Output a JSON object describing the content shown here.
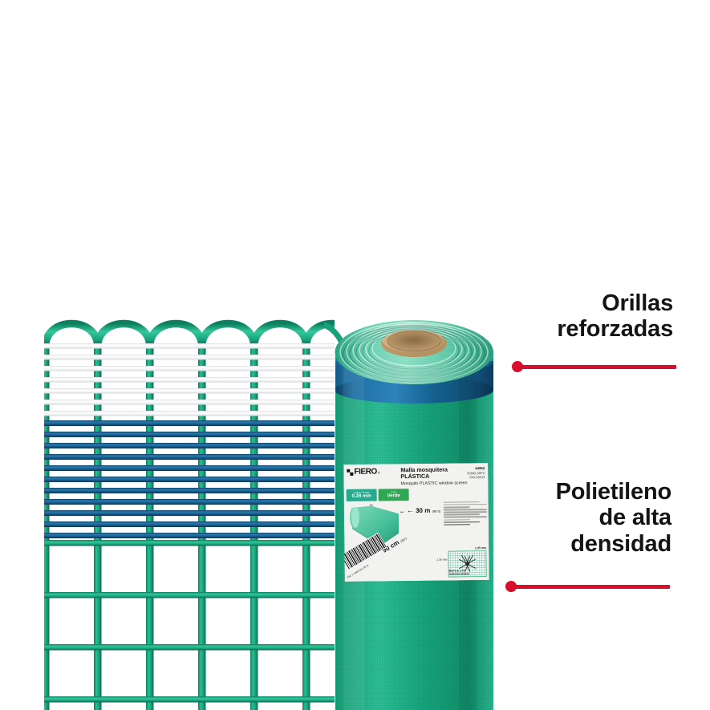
{
  "product": {
    "brand": "FIERO",
    "name_line1": "Malla mosquitera",
    "name_line2": "PLÁSTICA",
    "name_en": "Mosquito PLASTIC window screen",
    "code": "44952",
    "code_sub1": "TEMO-30PV",
    "code_sub2": "CW-39013",
    "specs": [
      {
        "caption": "Calibre / Gauge",
        "value": "0.28 mm",
        "color": "#29a98c"
      },
      {
        "caption": "Color",
        "value": "Verde",
        "color": "#2fa855"
      }
    ],
    "dimensions": {
      "length": "30 m",
      "length_alt": "(98 ft)",
      "width": "90 cm",
      "width_alt": "(35\")"
    },
    "mesh_caption": "1.35 mm",
    "mesh_caption2": "1.35 mm",
    "claim": "Barrera a los insectos alados",
    "barcode_text": "CM: 1 136/2 EC 30 m"
  },
  "callouts": [
    {
      "id": "callout-1",
      "text": "Orillas\nreforzadas",
      "leader_color": "#d80f2c"
    },
    {
      "id": "callout-2",
      "text": "Polietileno\nde alta\ndensidad",
      "leader_color": "#d80f2c"
    }
  ],
  "colors": {
    "mesh_green": "#17a37c",
    "mesh_green_dark": "#0f8a66",
    "mesh_blue": "#1a5f8f",
    "mesh_blue_dark": "#123f63",
    "mesh_white": "#f4f5f6",
    "roll_green": "#1da87a",
    "roll_green_light": "#57c4a2",
    "roll_blue": "#18628f",
    "core_tan": "#c9a77a",
    "accent_red": "#d80f2c",
    "background": "#ffffff"
  },
  "mesh_macro": {
    "loop_count": 6,
    "white_strand_rows": 7,
    "blue_strand_rows": 11,
    "grid_rows": 5,
    "grid_cols": 6
  }
}
